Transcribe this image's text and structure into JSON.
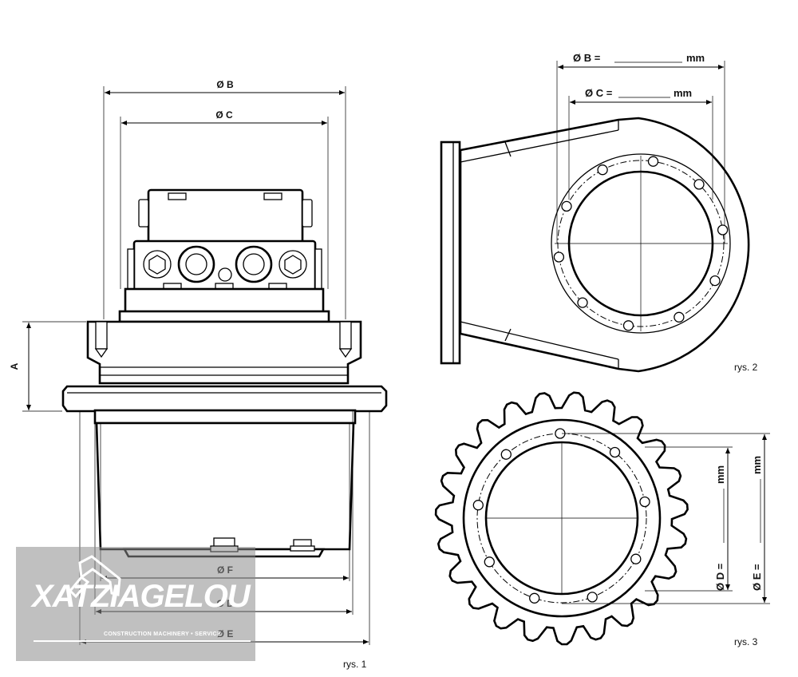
{
  "fig1": {
    "dim_b": "Ø B",
    "dim_c": "Ø C",
    "dim_a": "A",
    "dim_f": "Ø F",
    "dim_d": "Ø D",
    "dim_e": "Ø E",
    "caption": "rys. 1"
  },
  "fig2": {
    "dim_b": "Ø B =",
    "dim_b_unit": "mm",
    "dim_c": "Ø C =",
    "dim_c_unit": "mm",
    "caption": "rys. 2"
  },
  "fig3": {
    "dim_d": "Ø D =",
    "dim_d_unit": "mm",
    "dim_e": "Ø E =",
    "dim_e_unit": "mm",
    "caption": "rys. 3"
  },
  "logo": {
    "name": "XATZIAGELOU",
    "tagline": "CONSTRUCTION MACHINERY • SERVICE",
    "color": "#8c8c8c"
  }
}
